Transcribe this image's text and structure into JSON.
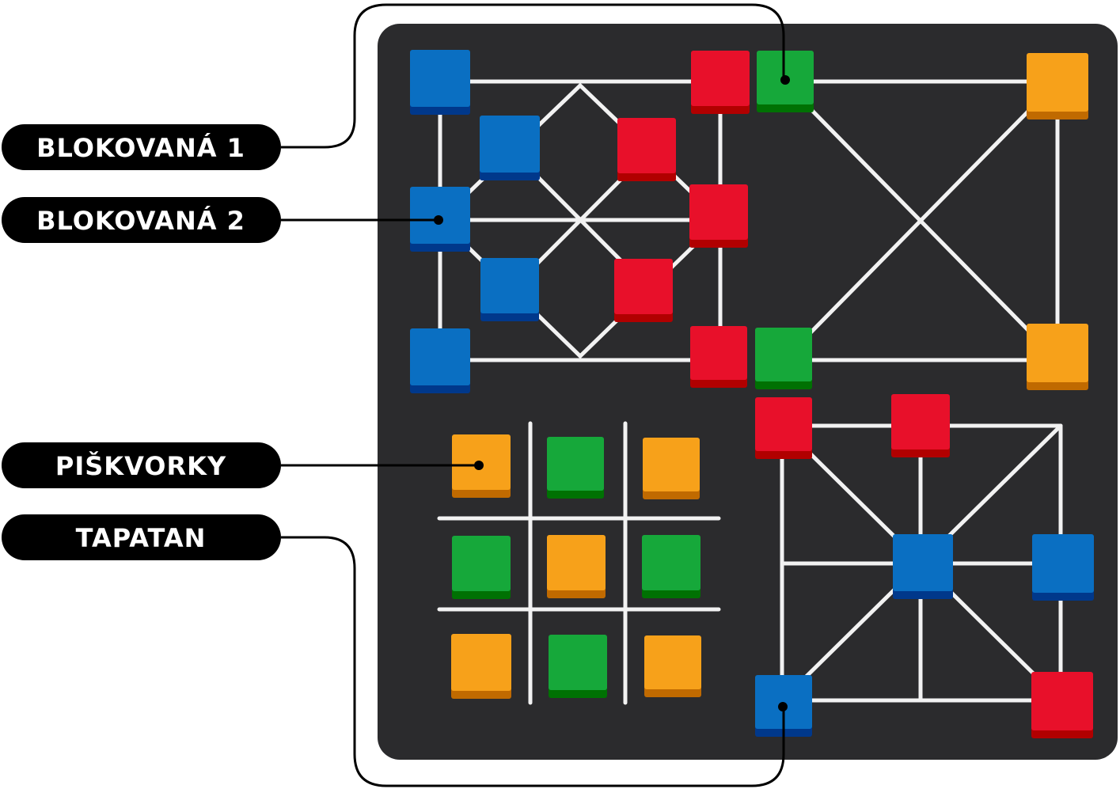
{
  "labels": {
    "blokovana1": "BLOKOVANÁ 1",
    "blokovana2": "BLOKOVANÁ 2",
    "piskvorky": "PIŠKVORKY",
    "tapatan": "TAPATAN"
  },
  "colors": {
    "board": "#2b2b2d",
    "lines": "#f2f2f2",
    "blue": "#0a6fc2",
    "red": "#e8102a",
    "green": "#16a83a",
    "orange": "#f7a11a",
    "label_bg": "#000000",
    "label_text": "#ffffff"
  },
  "pieces": {
    "blokovana1": [
      "blue",
      "red",
      "blue",
      "red",
      "blue",
      "red",
      "blue",
      "red",
      "blue",
      "red"
    ],
    "corner_game": [
      "green",
      "orange",
      "green",
      "orange"
    ],
    "piskvorky": [
      "orange",
      "green",
      "orange",
      "green",
      "orange",
      "green",
      "orange",
      "green",
      "orange"
    ],
    "tapatan": [
      "red",
      "red",
      "blue",
      "blue",
      "blue",
      "red"
    ]
  }
}
